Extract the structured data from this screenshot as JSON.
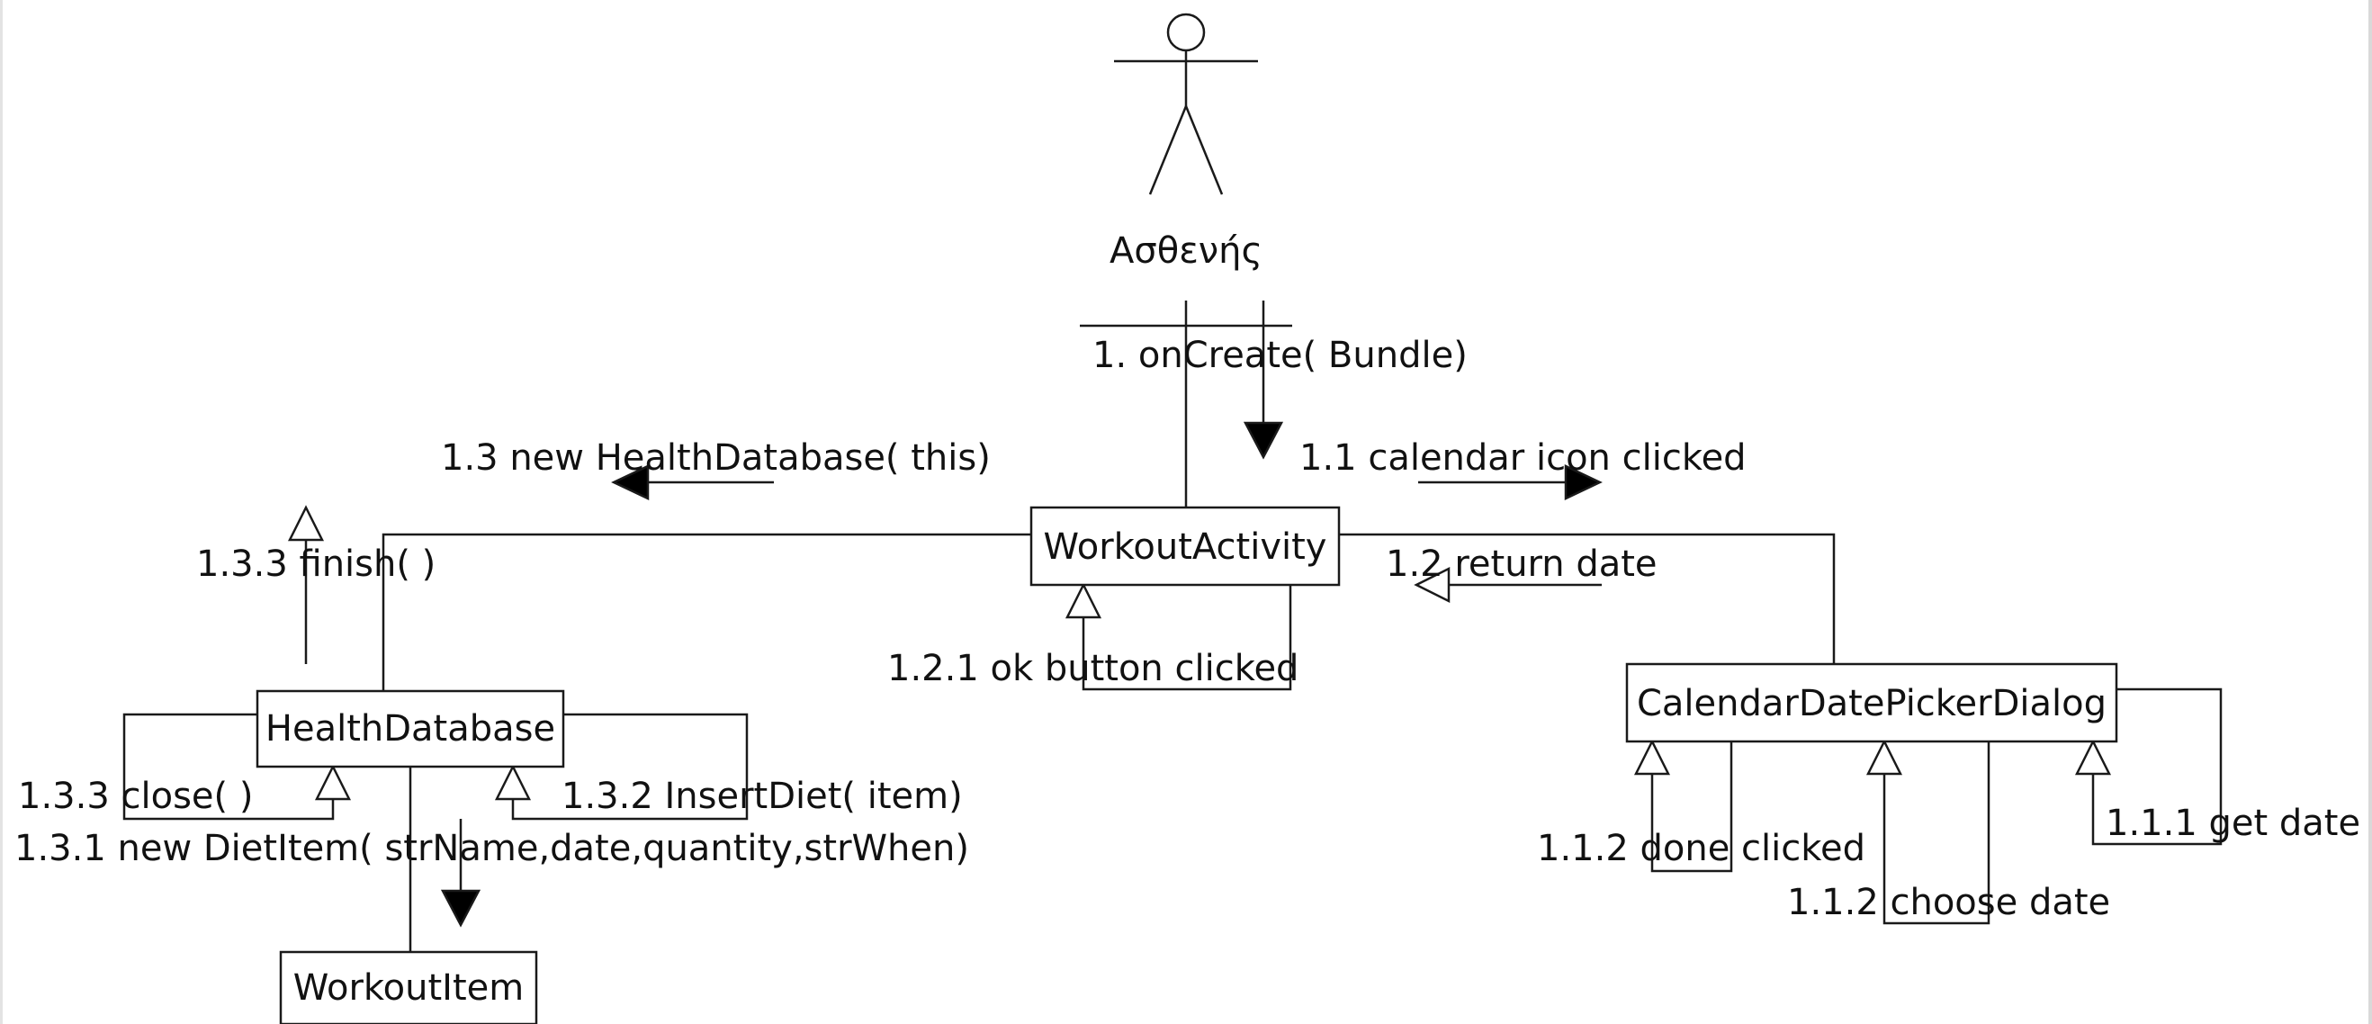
{
  "colors": {
    "line": "#1a1a1a",
    "text": "#111111",
    "background": "#ffffff"
  },
  "actor": {
    "name": "Ασθενής",
    "icon": "stick-figure-icon"
  },
  "objects": {
    "workout_activity": "WorkoutActivity",
    "health_database": "HealthDatabase",
    "workout_item": "WorkoutItem",
    "calendar_dialog": "CalendarDatePickerDialog"
  },
  "messages": {
    "m1": "1. onCreate( Bundle)",
    "m1_1": "1.1 calendar icon clicked",
    "m1_1_1": "1.1.1 get date",
    "m1_1_2_done": "1.1.2 done clicked",
    "m1_1_2_choose": "1.1.2 choose date",
    "m1_2": "1.2 return date",
    "m1_2_1": "1.2.1 ok button clicked",
    "m1_3": "1.3 new HealthDatabase( this)",
    "m1_3_1": "1.3.1 new DietItem( strName,date,quantity,strWhen)",
    "m1_3_2": "1.3.2 InsertDiet( item)",
    "m1_3_3_close": "1.3.3 close( )",
    "m1_3_3_finish": "1.3.3 finish( )"
  }
}
